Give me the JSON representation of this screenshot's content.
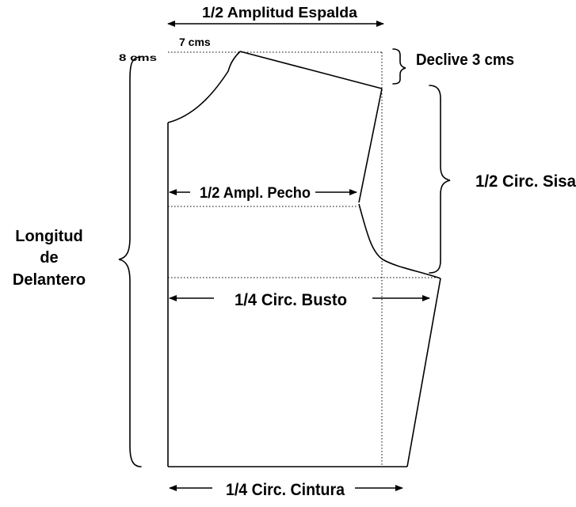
{
  "diagram": {
    "labels": {
      "amplitud_espalda": "1/2 Amplitud Espalda",
      "siete_cms": "7 cms",
      "ocho_cms": "8 cms",
      "declive": "Declive 3 cms",
      "circ_sisa": "1/2 Circ. Sisa",
      "ampl_pecho": "1/2 Ampl. Pecho",
      "longitud_line1": "Longitud",
      "longitud_line2": "de",
      "longitud_line3": "Delantero",
      "circ_busto": "1/4 Circ. Busto",
      "circ_cintura": "1/4 Circ. Cintura"
    },
    "colors": {
      "ink": "#000000",
      "background": "#ffffff"
    }
  }
}
